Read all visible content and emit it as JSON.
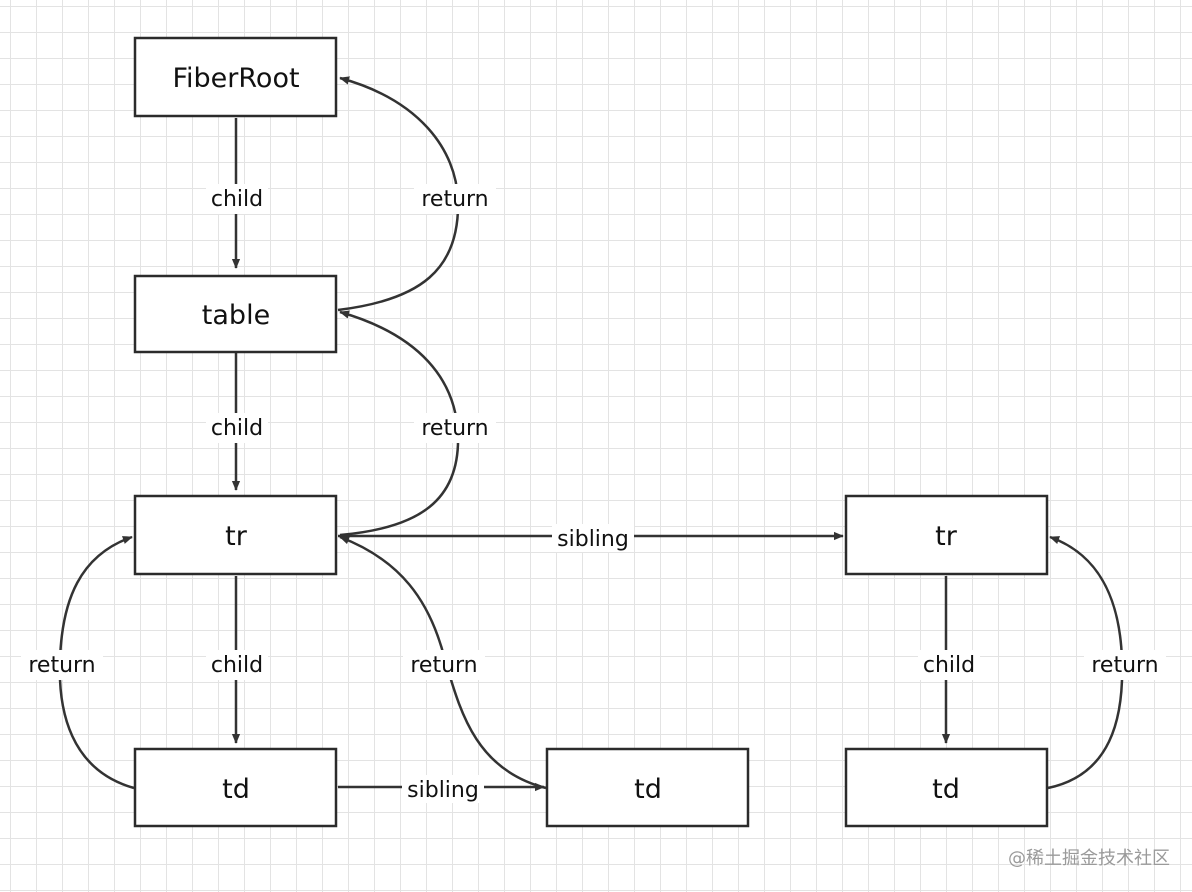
{
  "nodes": {
    "fiber_root": "FiberRoot",
    "table": "table",
    "tr_first": "tr",
    "td_first": "td",
    "td_second": "td",
    "tr_second": "tr",
    "td_third": "td"
  },
  "edges": {
    "root_table_child": "child",
    "table_root_return": "return",
    "table_tr_child": "child",
    "tr_table_return": "return",
    "tr_td_child": "child",
    "td_tr_return_left": "return",
    "td2_tr_return": "return",
    "tr_tr_sibling": "sibling",
    "td_td_sibling": "sibling",
    "tr2_td_child": "child",
    "td3_tr2_return": "return"
  },
  "watermark": "@稀土掘金技术社区",
  "colors": {
    "stroke": "#333333",
    "grid": "#e3e3e3",
    "background": "#ffffff"
  }
}
